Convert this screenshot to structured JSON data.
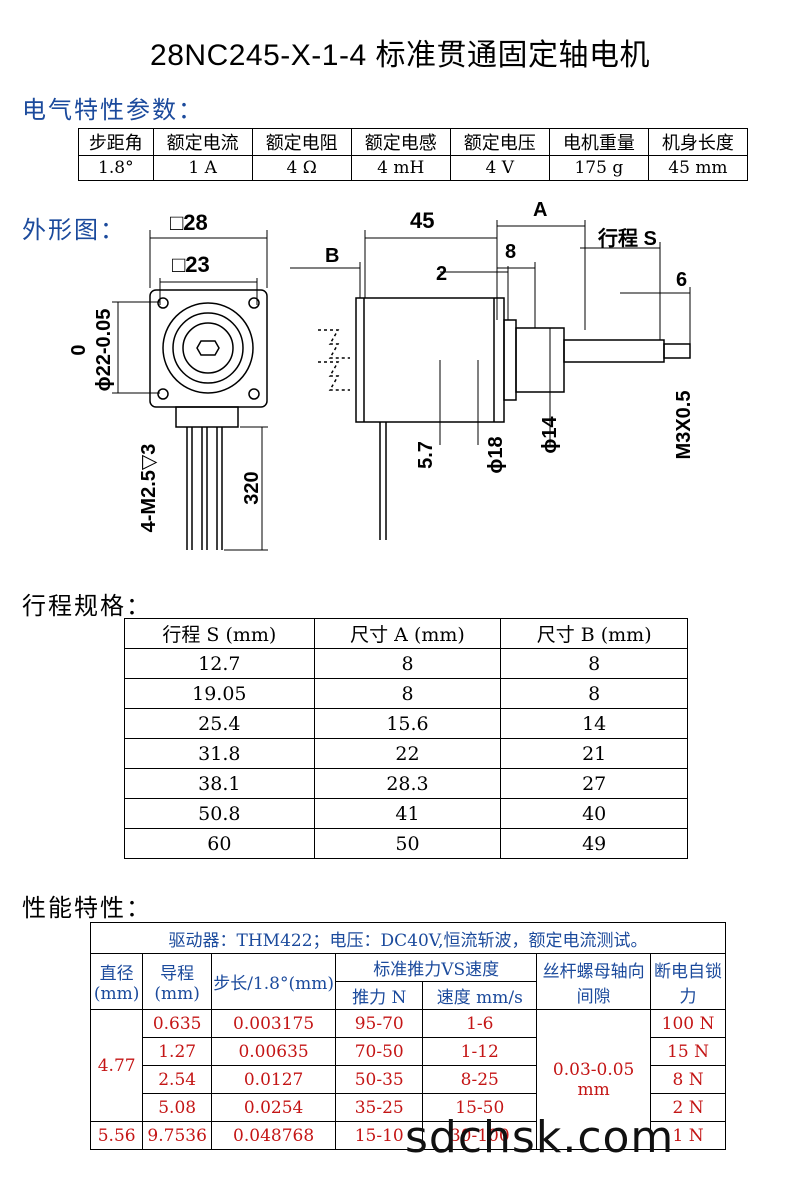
{
  "title": "28NC245-X-1-4 标准贯通固定轴电机",
  "sections": {
    "electrical": "电气特性参数：",
    "outline": "外形图：",
    "stroke": "行程规格：",
    "performance": "性能特性："
  },
  "params": {
    "headers": [
      "步距角",
      "额定电流",
      "额定电阻",
      "额定电感",
      "额定电压",
      "电机重量",
      "机身长度"
    ],
    "values": [
      "1.8°",
      "1 A",
      "4 Ω",
      "4 mH",
      "4 V",
      "175 g",
      "45 mm"
    ]
  },
  "drawing": {
    "sq28": "□28",
    "sq23": "□23",
    "dia22": "0",
    "dia22b": "ϕ22-0.05",
    "screw": "4-M2.5▽3",
    "lead": "320",
    "dimB": "B",
    "dim45": "45",
    "dimA": "A",
    "dim8": "8",
    "dim2": "2",
    "stroke": "行程 S",
    "dim6": "6",
    "dim57": "5.7",
    "dia18": "ϕ18",
    "dia14": "ϕ14",
    "m3": "M3X0.5"
  },
  "stroke_table": {
    "headers": [
      "行程 S (mm)",
      "尺寸 A (mm)",
      "尺寸 B (mm)"
    ],
    "rows": [
      [
        "12.7",
        "8",
        "8"
      ],
      [
        "19.05",
        "8",
        "8"
      ],
      [
        "25.4",
        "15.6",
        "14"
      ],
      [
        "31.8",
        "22",
        "21"
      ],
      [
        "38.1",
        "28.3",
        "27"
      ],
      [
        "50.8",
        "41",
        "40"
      ],
      [
        "60",
        "50",
        "49"
      ]
    ]
  },
  "perf_table": {
    "caption": "驱动器：THM422；电压：DC40V,恒流斩波，额定电流测试。",
    "h_dia": "直径(mm)",
    "h_lead": "导程(mm)",
    "h_step": "步长/1.8°(mm)",
    "h_force_speed": "标准推力VS速度",
    "h_force": "推力 N",
    "h_speed": "速度 mm/s",
    "h_backlash": "丝杆螺母轴向间隙",
    "h_lock": "断电自锁力",
    "dia1": "4.77",
    "dia2": "5.56",
    "backlash": "0.03-0.05 mm",
    "rows": [
      [
        "0.635",
        "0.003175",
        "95-70",
        "1-6",
        "100 N"
      ],
      [
        "1.27",
        "0.00635",
        "70-50",
        "1-12",
        "15 N"
      ],
      [
        "2.54",
        "0.0127",
        "50-35",
        "8-25",
        "8 N"
      ],
      [
        "5.08",
        "0.0254",
        "35-25",
        "15-50",
        "2 N"
      ],
      [
        "9.7536",
        "0.048768",
        "15-10",
        "30-100",
        "1 N"
      ]
    ]
  },
  "watermark": "sdchsk.com"
}
